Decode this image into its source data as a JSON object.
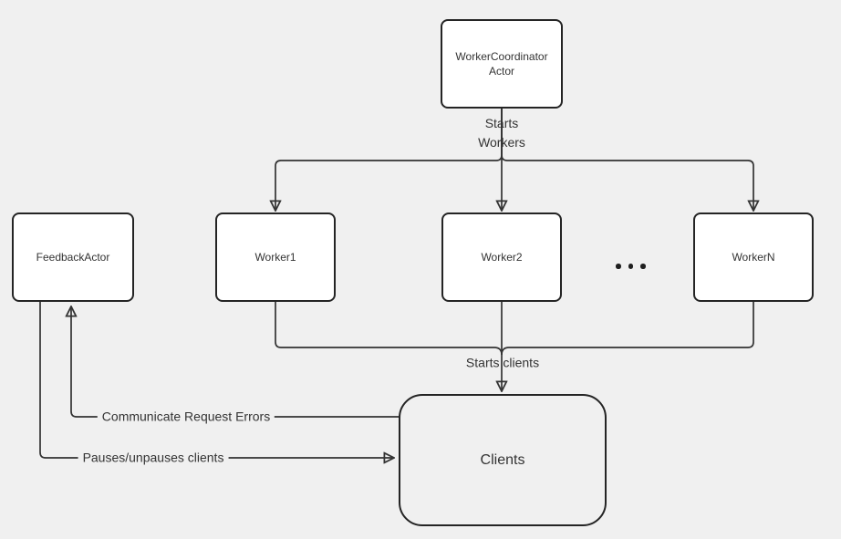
{
  "diagram": {
    "background_color": "#f0f0f0",
    "node_fill_color": "#ffffff",
    "node_border_color": "#242424",
    "edge_color": "#333333",
    "text_color": "#333333"
  },
  "nodes": {
    "coordinator": "WorkerCoordinator Actor",
    "feedback_actor": "FeedbackActor",
    "worker1": "Worker1",
    "worker2": "Worker2",
    "worker_n": "WorkerN",
    "clients": "Clients",
    "ellipsis": "..."
  },
  "edges": {
    "starts_workers": "Starts Workers",
    "starts_clients": "Starts clients",
    "communicate_request_errors": "Communicate Request Errors",
    "pauses_unpauses_clients": "Pauses/unpauses clients"
  }
}
